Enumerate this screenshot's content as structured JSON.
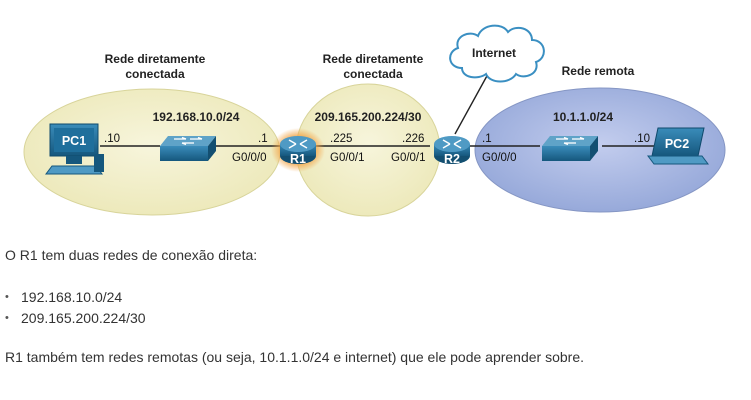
{
  "diagram": {
    "regions": {
      "left_title_line1": "Rede diretamente",
      "left_title_line2": "conectada",
      "middle_title_line1": "Rede diretamente",
      "middle_title_line2": "conectada",
      "right_title": "Rede remota"
    },
    "networks": {
      "left": "192.168.10.0/24",
      "middle": "209.165.200.224/30",
      "right": "10.1.1.0/24"
    },
    "cloud_label": "Internet",
    "devices": {
      "pc1": "PC1",
      "pc2": "PC2",
      "r1": "R1",
      "r2": "R2"
    },
    "ports": {
      "pc1_host": ".10",
      "r1_left_host": ".1",
      "r1_left_iface": "G0/0/0",
      "r1_right_host": ".225",
      "r1_right_iface": "G0/0/1",
      "r2_left_host": ".226",
      "r2_left_iface": "G0/0/1",
      "r2_right_host": ".1",
      "r2_right_iface": "G0/0/0",
      "pc2_host": ".10"
    },
    "colors": {
      "directly_connected_fill": "#f2efc6",
      "remote_fill": "#a9b8e0",
      "r1_highlight": "#f0a040",
      "device_blue": "#1d6a94",
      "cloud_stroke": "#3a8fc2"
    }
  },
  "text": {
    "para1": "O R1 tem duas redes de conexão direta:",
    "bullets": [
      "192.168.10.0/24",
      "209.165.200.224/30"
    ],
    "para2": "R1 também tem redes remotas (ou seja, 10.1.1.0/24 e internet) que ele pode aprender sobre."
  }
}
